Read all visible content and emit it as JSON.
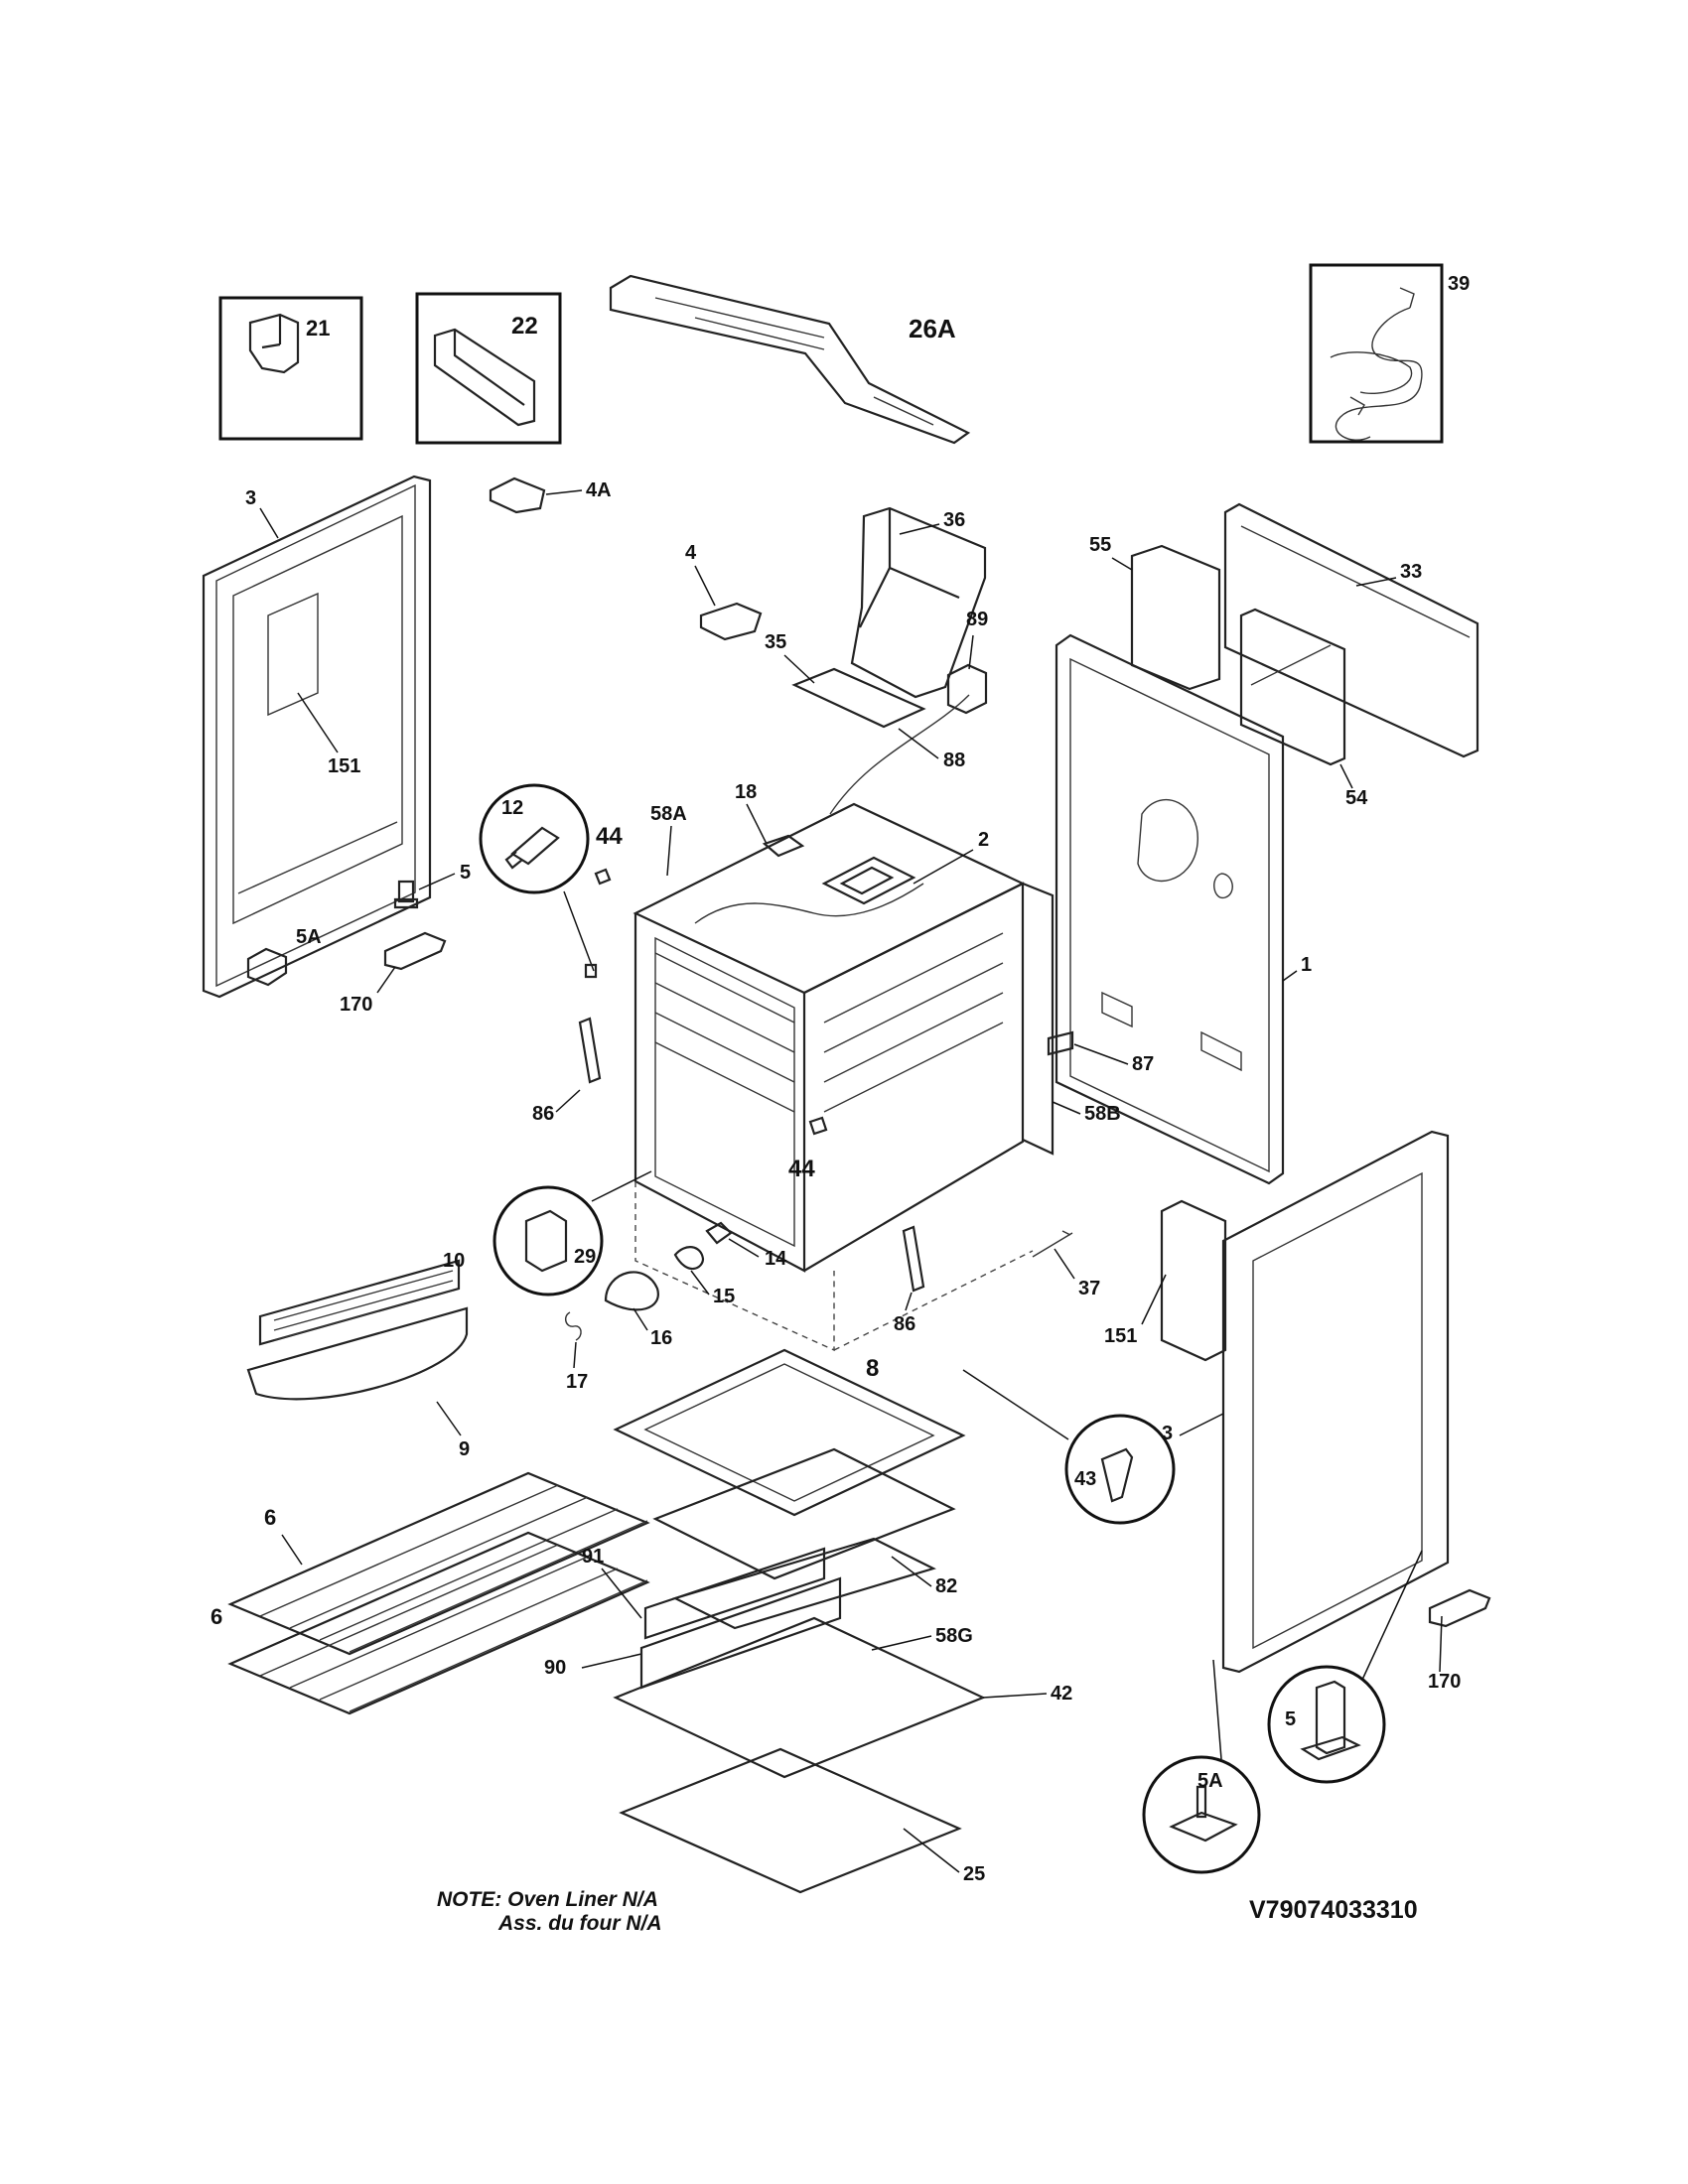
{
  "diagram": {
    "labels": {
      "p21": "21",
      "p22": "22",
      "p26a": "26A",
      "p39": "39",
      "p3_top": "3",
      "p4a": "4A",
      "p151_left": "151",
      "p5_left": "5",
      "p5a_left": "5A",
      "p170_left": "170",
      "p12": "12",
      "p44_top": "44",
      "p58a": "58A",
      "p18": "18",
      "p4": "4",
      "p35": "35",
      "p36": "36",
      "p89": "89",
      "p88": "88",
      "p2": "2",
      "p55": "55",
      "p33": "33",
      "p54": "54",
      "p1": "1",
      "p87": "87",
      "p58b": "58B",
      "p86_left": "86",
      "p44_mid": "44",
      "p29": "29",
      "p14": "14",
      "p15": "15",
      "p16": "16",
      "p17": "17",
      "p86_right": "86",
      "p37": "37",
      "p151_right": "151",
      "p10": "10",
      "p9": "9",
      "p8": "8",
      "p43": "43",
      "p3_right": "3",
      "p6_a": "6",
      "p6_b": "6",
      "p91": "91",
      "p82": "82",
      "p58g": "58G",
      "p90": "90",
      "p42": "42",
      "p25": "25",
      "p5_right": "5",
      "p5a_right": "5A",
      "p170_right": "170"
    }
  },
  "note": {
    "line1": "NOTE: Oven Liner N/A",
    "line2": "Ass. du four N/A"
  },
  "drawing_code": "V79074033310"
}
